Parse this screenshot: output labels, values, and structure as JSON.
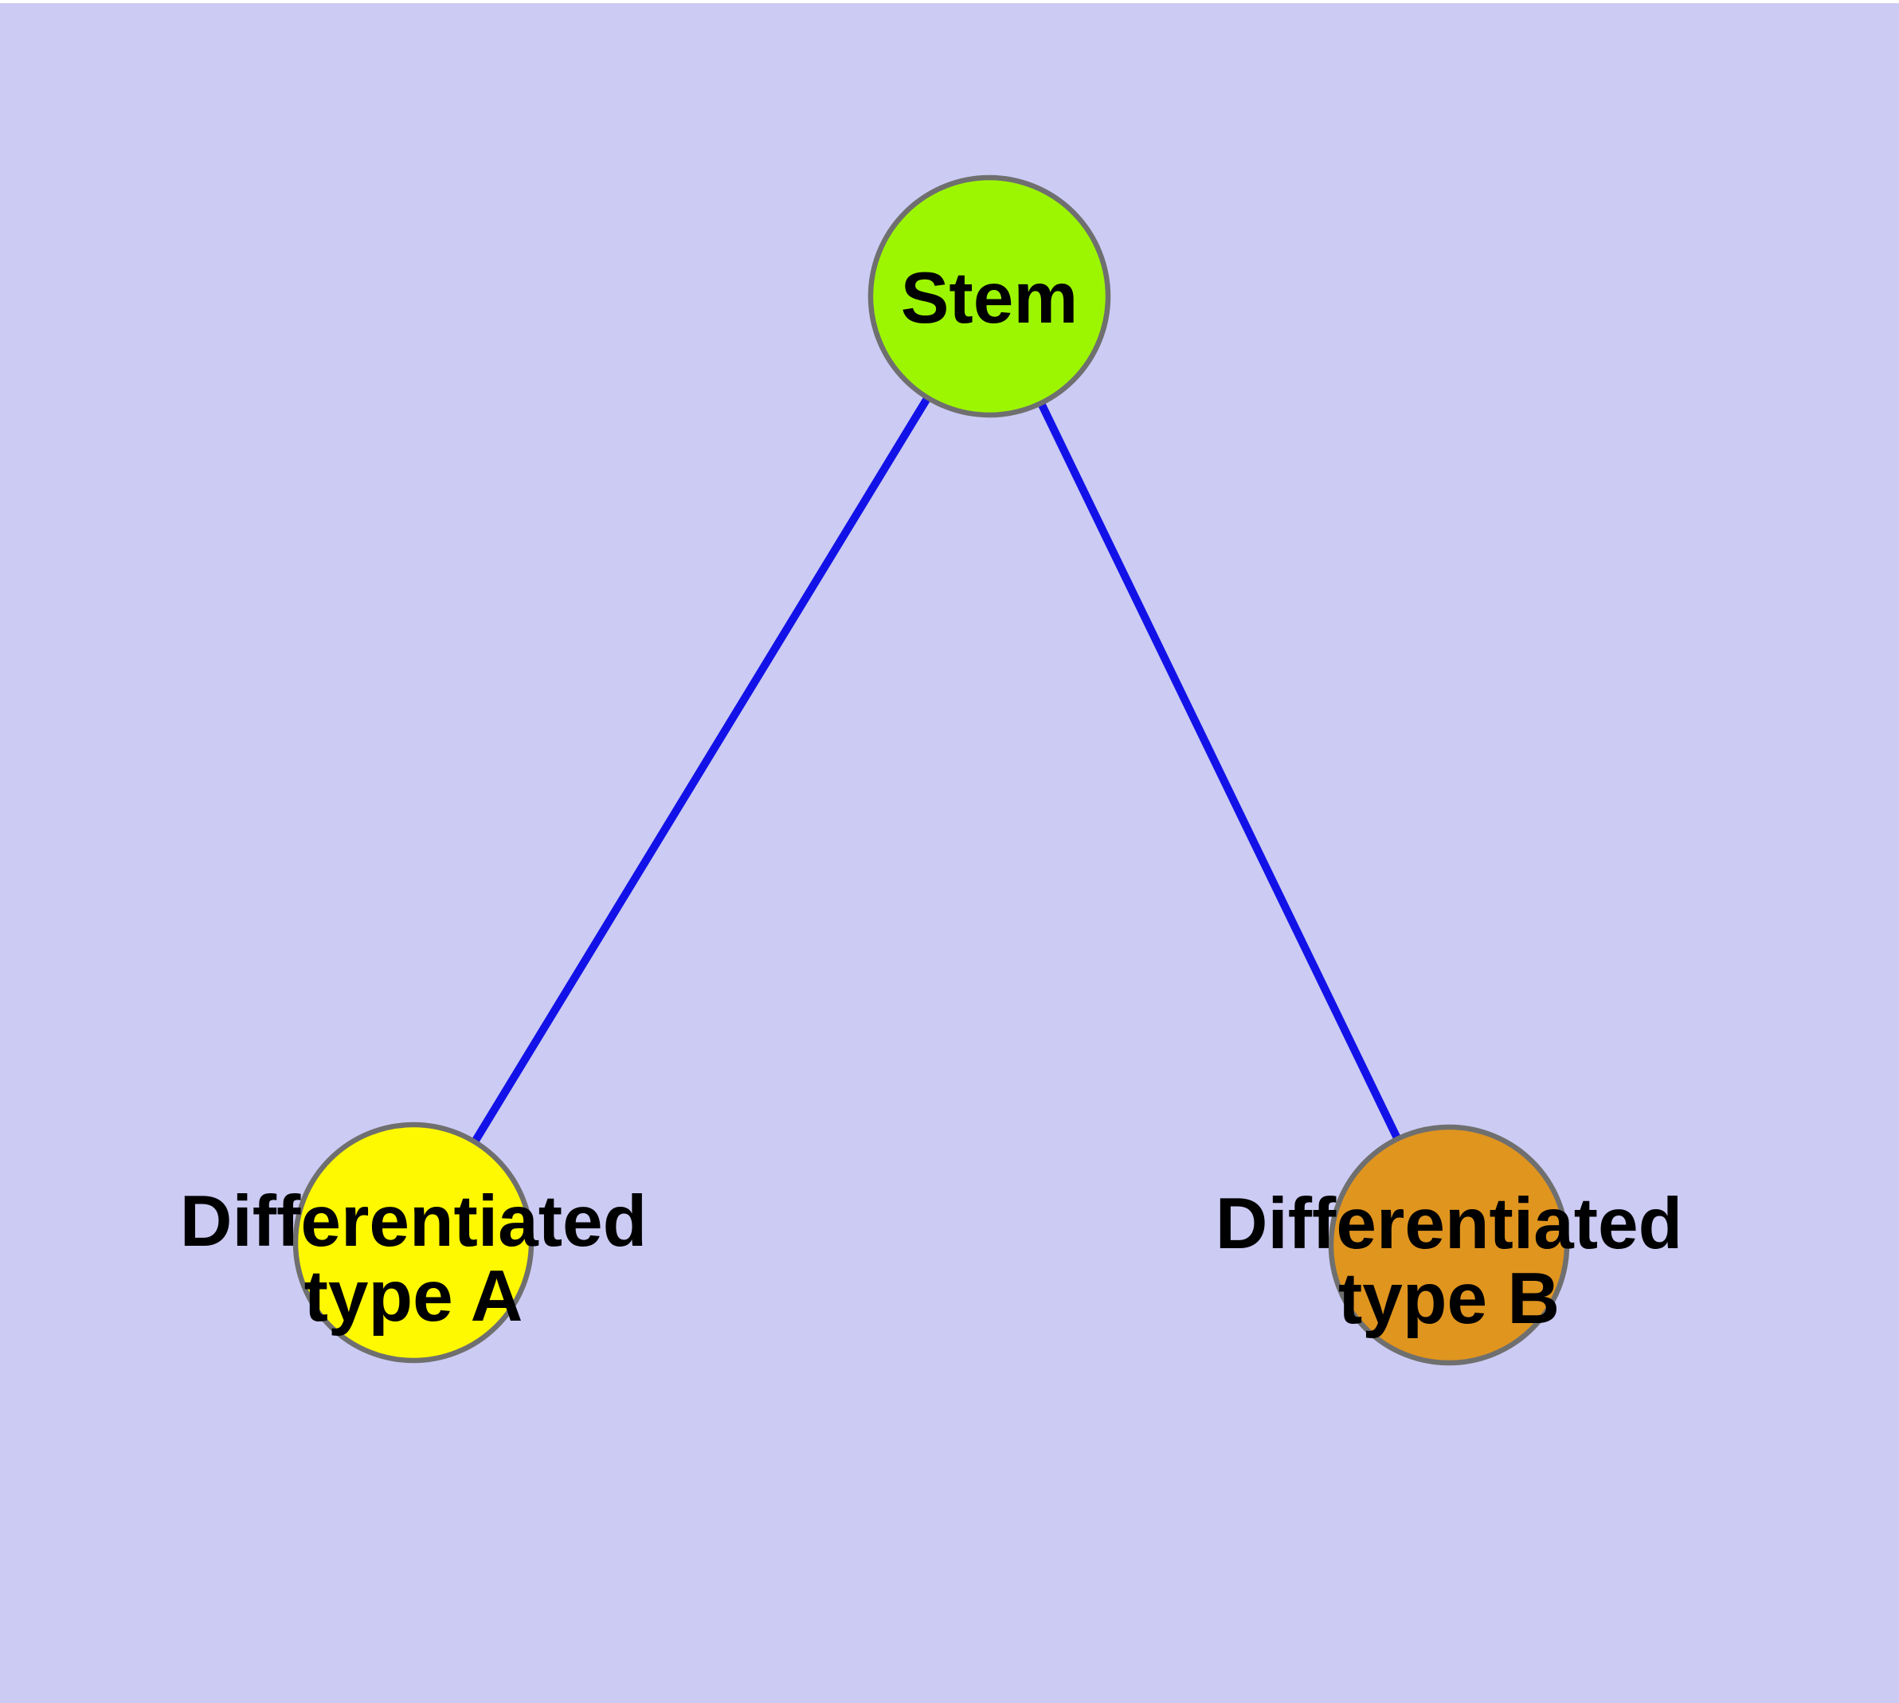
{
  "page": {
    "top_margin_color": "#ffffff"
  },
  "diagram": {
    "type": "graph",
    "description": "Stem cell differentiation graph: one stem node connected to two differentiated cell-type nodes",
    "background_color": "#cbcbf4",
    "edge_color": "#1212e8",
    "node_border_color": "#6f6f6f",
    "text_color": "#000000",
    "nodes": {
      "stem": {
        "label": "Stem",
        "fill": "#9cf602"
      },
      "type_a": {
        "label_line1": "Differentiated",
        "label_line2": "type A",
        "fill": "#fef800"
      },
      "type_b": {
        "label_line1": "Differentiated",
        "label_line2": "type B",
        "fill": "#e0951f"
      }
    },
    "edges": [
      {
        "from": "Stem",
        "to": "Differentiated type A"
      },
      {
        "from": "Stem",
        "to": "Differentiated type B"
      }
    ]
  }
}
